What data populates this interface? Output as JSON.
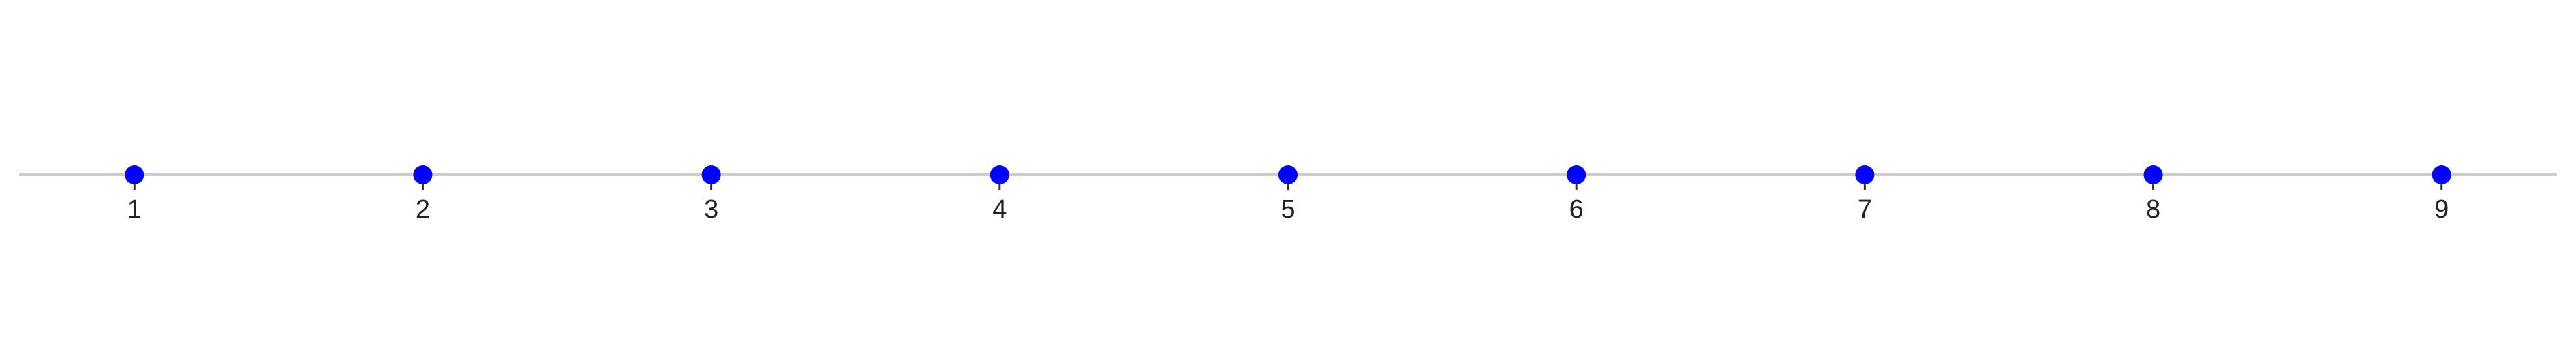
{
  "chart_data": {
    "type": "scatter",
    "title": "",
    "xlabel": "",
    "ylabel": "",
    "xlim": [
      0.6,
      9.4
    ],
    "grid": false,
    "legend": "none",
    "x": [
      1,
      2,
      3,
      4,
      5,
      6,
      7,
      8,
      9
    ],
    "y": [
      0,
      0,
      0,
      0,
      0,
      0,
      0,
      0,
      0
    ],
    "tick_labels": [
      "1",
      "2",
      "3",
      "4",
      "5",
      "6",
      "7",
      "8",
      "9"
    ],
    "colors": {
      "point": "#0000ff",
      "axis_line": "#cccccc",
      "tick": "#333333",
      "text": "#222222"
    }
  }
}
